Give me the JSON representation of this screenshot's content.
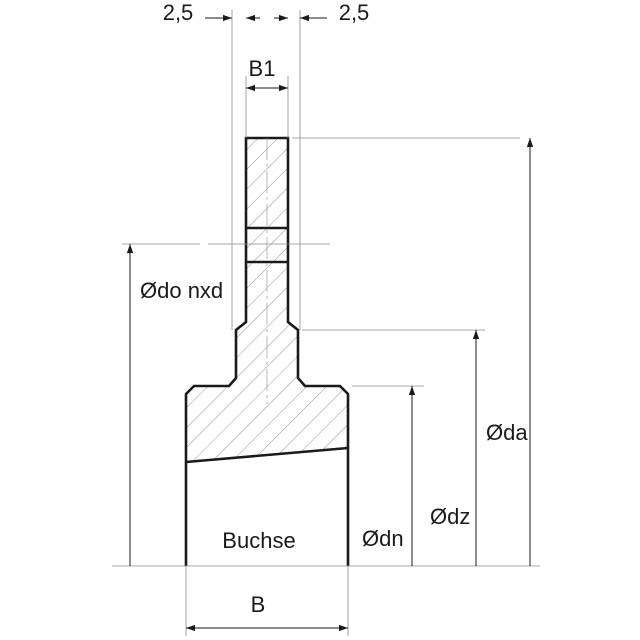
{
  "labels": {
    "gap_left": "2,5",
    "gap_right": "2,5",
    "b1": "B1",
    "do_nxd": "Ødo nxd",
    "da": "Øda",
    "dz": "Ødz",
    "dn": "Ødn",
    "bushing": "Buchse",
    "b": "B"
  }
}
